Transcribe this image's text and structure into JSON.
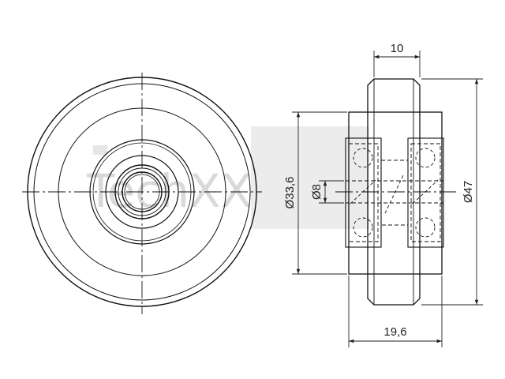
{
  "drawing": {
    "watermark_text": "TechXX",
    "dimensions": {
      "top_width": "10",
      "inner_diameter": "Ø33,6",
      "bore_diameter": "Ø8",
      "outer_diameter": "Ø47",
      "bottom_width": "19,6"
    }
  }
}
